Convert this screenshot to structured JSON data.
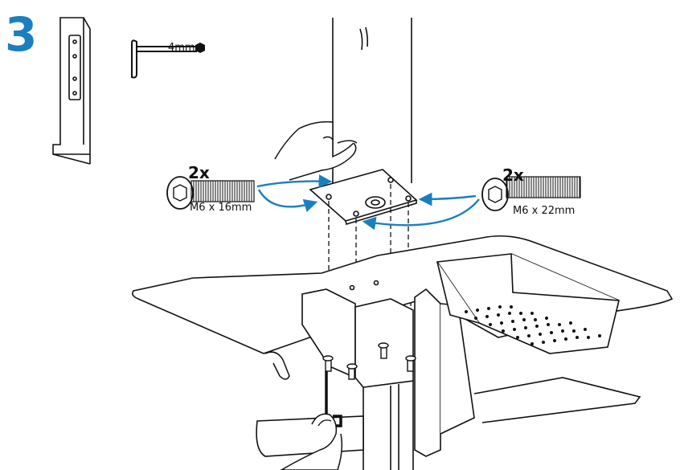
{
  "step_number": "3",
  "tool": {
    "label": "4mm",
    "icon": "hex-key-icon"
  },
  "left_screw": {
    "quantity": "2x",
    "spec": "M6 x 16mm"
  },
  "right_screw": {
    "quantity": "2x",
    "spec": "M6 x 22mm"
  },
  "colors": {
    "accent": "#1a7fc1",
    "line": "#111111"
  }
}
